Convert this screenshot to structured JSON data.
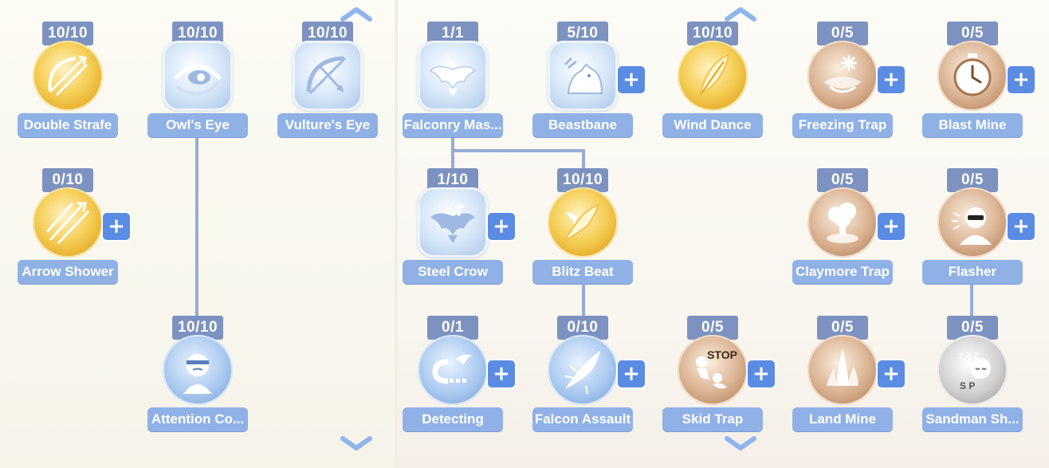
{
  "skills": {
    "double_strafe": {
      "level": "10/10",
      "name": "Double Strafe"
    },
    "owls_eye": {
      "level": "10/10",
      "name": "Owl's Eye"
    },
    "vultures_eye": {
      "level": "10/10",
      "name": "Vulture's Eye"
    },
    "arrow_shower": {
      "level": "0/10",
      "name": "Arrow Shower"
    },
    "attention_con": {
      "level": "10/10",
      "name": "Attention Co..."
    },
    "falconry": {
      "level": "1/1",
      "name": "Falconry Mas..."
    },
    "beastbane": {
      "level": "5/10",
      "name": "Beastbane"
    },
    "wind_dance": {
      "level": "10/10",
      "name": "Wind Dance"
    },
    "freezing_trap": {
      "level": "0/5",
      "name": "Freezing Trap"
    },
    "blast_mine": {
      "level": "0/5",
      "name": "Blast Mine"
    },
    "steel_crow": {
      "level": "1/10",
      "name": "Steel Crow"
    },
    "blitz_beat": {
      "level": "10/10",
      "name": "Blitz Beat"
    },
    "claymore_trap": {
      "level": "0/5",
      "name": "Claymore Trap"
    },
    "flasher": {
      "level": "0/5",
      "name": "Flasher"
    },
    "detecting": {
      "level": "0/1",
      "name": "Detecting"
    },
    "falcon_assault": {
      "level": "0/10",
      "name": "Falcon Assault"
    },
    "skid_trap": {
      "level": "0/5",
      "name": "Skid Trap",
      "icon_text": "STOP"
    },
    "land_mine": {
      "level": "0/5",
      "name": "Land Mine"
    },
    "sandman": {
      "level": "0/5",
      "name": "Sandman Sh...",
      "icon_text_top": "Z Z Z",
      "icon_text_bottom": "S P"
    }
  },
  "controls": {
    "plus_label": "+",
    "icons": {
      "scroll_up": "chevron-up-icon",
      "scroll_down": "chevron-down-icon"
    }
  },
  "colors": {
    "badge": "#7d92c0",
    "name_plate": "#8fb1e6",
    "plus": "#5b8ce3",
    "connector": "#97acd6",
    "chevron": "#8fb5ee"
  }
}
